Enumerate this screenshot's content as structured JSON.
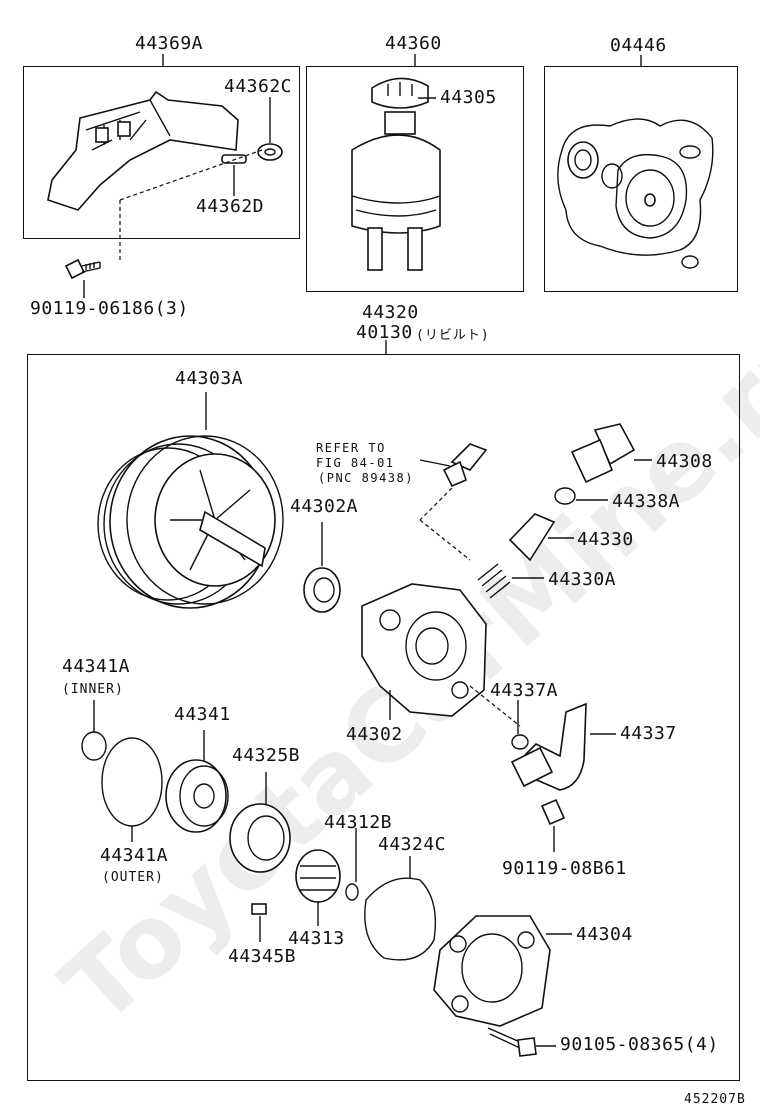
{
  "watermark": "ToyotaCarMine.ru",
  "figure_number": "452207B",
  "labels": {
    "bracket_assy": "44369A",
    "reservoir_assy": "44360",
    "gasket_kit": "04446",
    "bushing": "44362C",
    "collar": "44362D",
    "bracket_bolt": "90119-06186(3)",
    "reservoir_cap": "44305",
    "pump_assy": "44320",
    "pump_assy_rebuilt": "40130",
    "rebuilt_note": "(リビルト)",
    "pulley": "44303A",
    "refer_line1": "REFER TO",
    "refer_line2": "FIG 84-01",
    "refer_line3": "(PNC 89438)",
    "plug": "44308",
    "o_ring_plug": "44338A",
    "bearing": "44302A",
    "flow_valve": "44330",
    "spring": "44330A",
    "o_ring_inner": "44341A",
    "inner_note": "(INNER)",
    "housing": "44302",
    "o_ring_union": "44337A",
    "cam_plate": "44341",
    "union": "44337",
    "cam_ring": "44325B",
    "o_ring_outer": "44341A",
    "outer_note": "(OUTER)",
    "snap_ring": "44312B",
    "cover_gasket": "44324C",
    "union_bolt": "90119-08B61",
    "rotor": "44313",
    "rear_cover": "44304",
    "vane_plate": "44345B",
    "cover_bolt": "90105-08365(4)"
  }
}
